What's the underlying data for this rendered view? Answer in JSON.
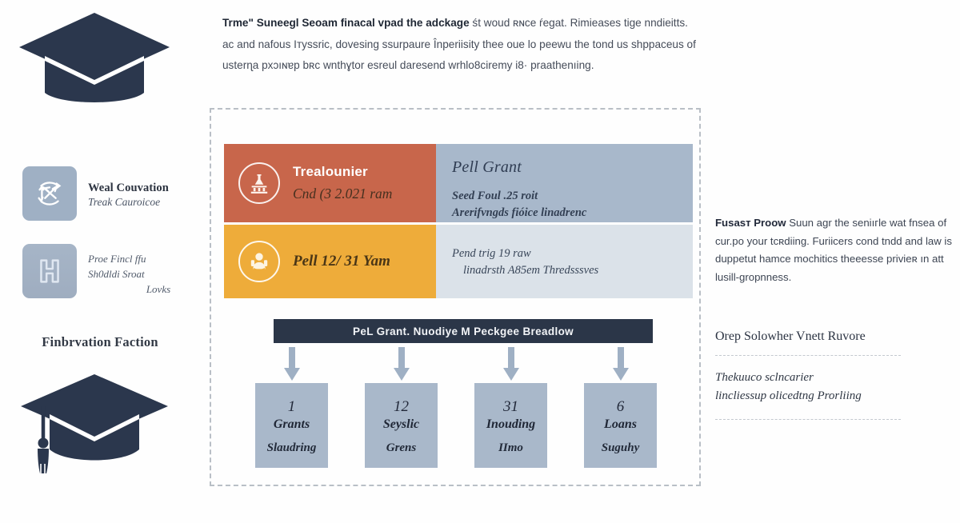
{
  "document": {
    "top_paragraph_bold": "Trme\" Suneegl Seoam finacal vpad the adckage",
    "top_paragraph_rest": "śt woud ʀɴce ŕegat. Rimieases tige nndieitts. ac and nafous Iтyssric, dovesing ssurpaure Înperiisity thee oue lo peewu the tond us shppaceus of usterɳa pxɔıɴɐp bʀc wnthɣtor esreul daresend wrhlo8ciremy i8· praathenıing."
  },
  "left_column": {
    "cap_icon_top": "graduation-cap-icon",
    "cap_icon_bottom": "graduation-cap-tassel-icon",
    "items": [
      {
        "icon": "exchange-arrows-icon",
        "title": "Weal Couvation",
        "subtitle": "Treak Cauroicoe"
      },
      {
        "icon": "letter-h-icon",
        "title": "Proe Fincl ffu",
        "subtitle_line1": "Sh0dldi Sroat",
        "subtitle_line2": "Lovks"
      }
    ],
    "section_caption": "Finbrvation Faction"
  },
  "center_panel": {
    "cards": [
      {
        "icon": "bank-flask-icon",
        "accent_color": "#c8664b",
        "kicker": "Trealounier",
        "amount": "Cnd (3 2.021 ram",
        "panel_color": "#a8b8cb",
        "panel_title": "Pell Grant",
        "panel_line1": "Seed Foul .25 roit",
        "panel_line2": "Arerifvngds fióice linadrenc"
      },
      {
        "icon": "person-badge-icon",
        "accent_color": "#eeac3a",
        "kicker": "",
        "amount": "Pell 12/ 31 Yam",
        "panel_color": "#dbe2e9",
        "panel_title": "",
        "panel_line1": "Pend trig  19 raw",
        "panel_line2": "linadrsth A85em Thredsssves"
      }
    ],
    "banner_label": "PeL Grant. Nuodiye M Peckgee Breadlow",
    "stats": [
      {
        "number": "1",
        "label": "Grants",
        "sub": "Slaudring"
      },
      {
        "number": "12",
        "label": "Seyslic",
        "sub": "Grens"
      },
      {
        "number": "31",
        "label": "Inouding",
        "sub": "IImo"
      },
      {
        "number": "6",
        "label": "Loans",
        "sub": "Suguhy"
      }
    ]
  },
  "right_column": {
    "paragraph_bold": "Fusasт Proow",
    "paragraph_rest": "Suun agr the seniıгle wat fnsea of cur.po your tcʀdiing. Furiicers cond tndd and law is duppetut hamce mochitics theeesse privieʀ ın att lusill-gropnness.",
    "block_heading": "Orep Solowher Vnett Ruvore",
    "block_sub_line1": "Thekuuco sclncarier",
    "block_sub_line2": "lincliessup olicedtng Prorliing"
  },
  "colors": {
    "navy": "#2b3648",
    "terracotta": "#c8664b",
    "amber": "#eeac3a",
    "steel_blue": "#a8b8cb",
    "pale_blue": "#dbe2e9",
    "tile_blue": "#9fb0c4",
    "page_bg": "#fefefe"
  }
}
